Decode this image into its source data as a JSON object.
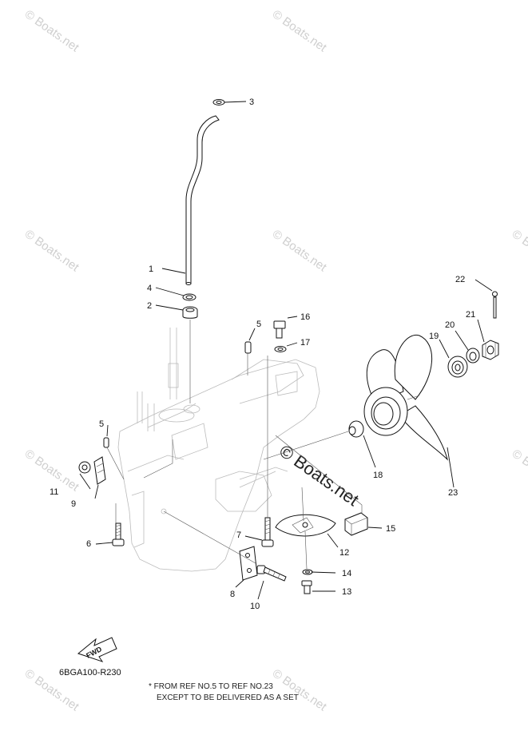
{
  "watermarks": {
    "text": "© Boats.net",
    "main": "© Boats.net"
  },
  "diagram": {
    "code": "6BGA100-R230",
    "fwd_label": "FWD",
    "notes": [
      "* FROM REF NO.5 TO REF NO.23",
      "EXCEPT TO BE DELIVERED AS A SET"
    ]
  },
  "callouts": [
    "1",
    "2",
    "3",
    "4",
    "5",
    "5",
    "6",
    "7",
    "8",
    "9",
    "10",
    "11",
    "12",
    "13",
    "14",
    "15",
    "16",
    "17",
    "18",
    "19",
    "20",
    "21",
    "22",
    "23"
  ],
  "colors": {
    "line": "#111111",
    "watermark": "#cfcfcf"
  }
}
